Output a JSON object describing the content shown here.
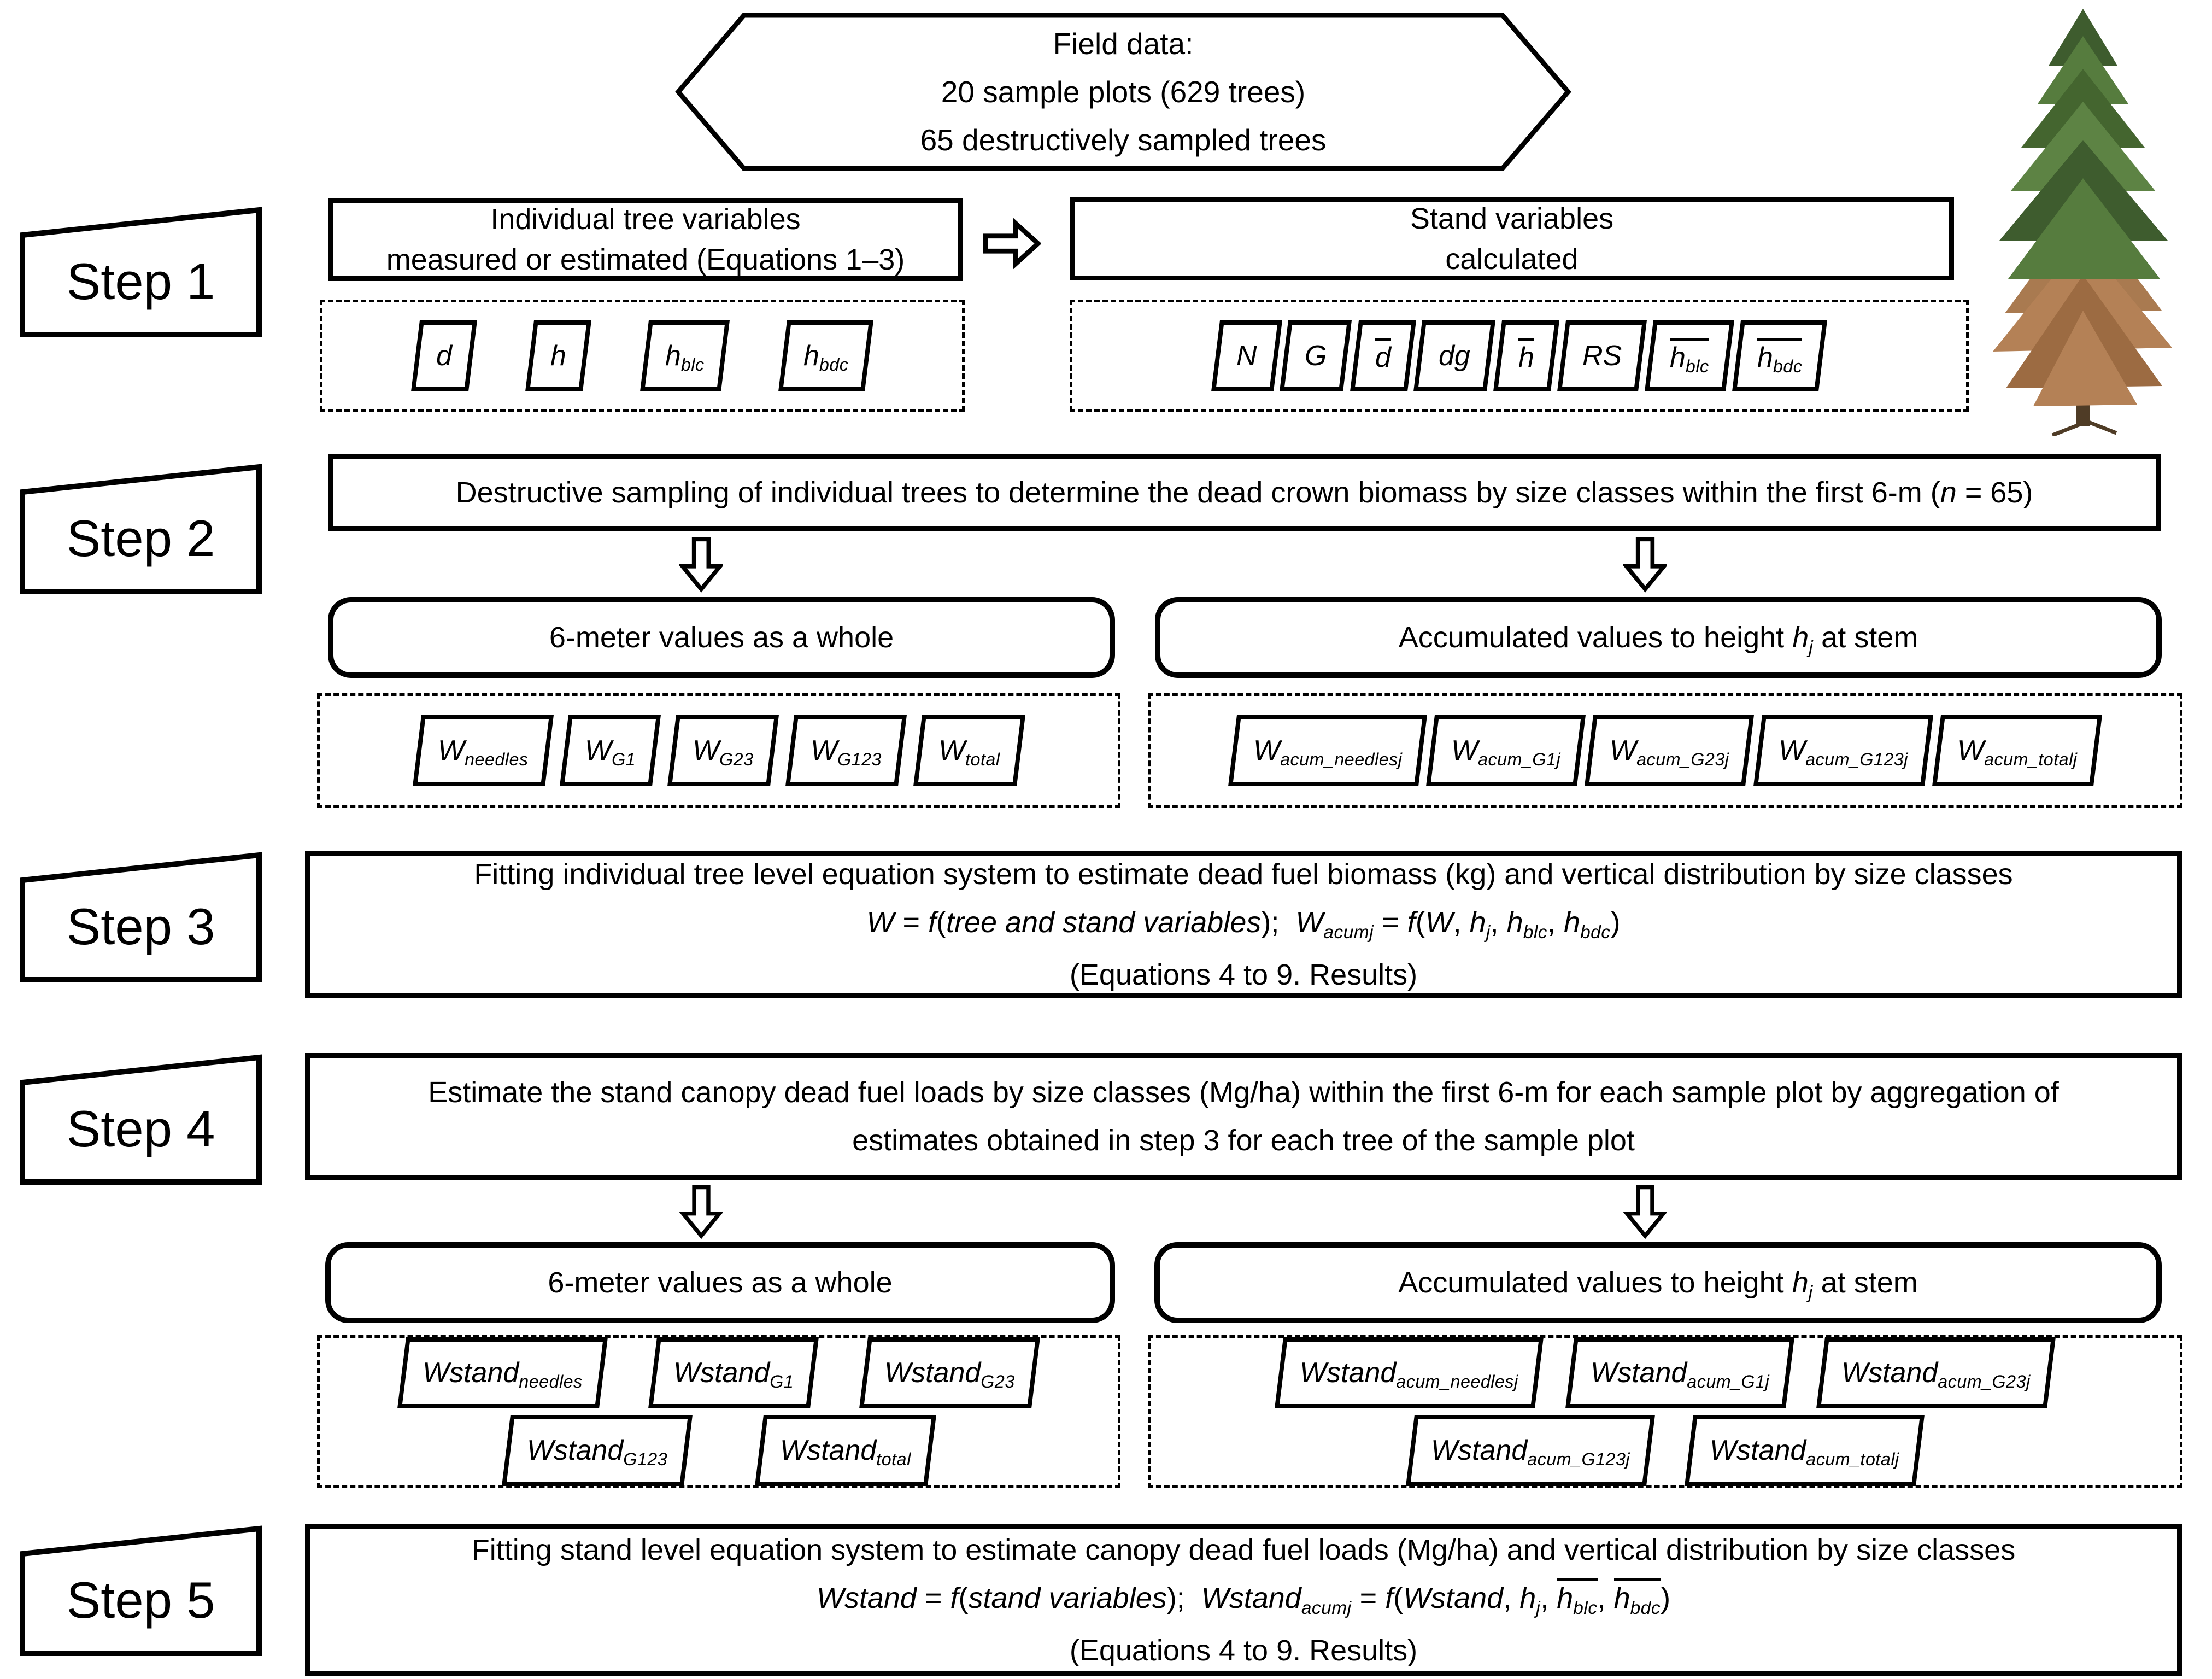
{
  "field_data": {
    "lines": [
      "Field data:",
      "20 sample plots (629 trees)",
      "65 destructively sampled trees"
    ]
  },
  "steps": {
    "s1": "Step 1",
    "s2": "Step 2",
    "s3": "Step 3",
    "s4": "Step 4",
    "s5": "Step 5"
  },
  "step1": {
    "tree_box": {
      "line1": "Individual tree variables",
      "line2": "measured or estimated (Equations 1–3)"
    },
    "stand_box": {
      "line1": "Stand variables",
      "line2": "calculated"
    },
    "tree_vars": [
      [
        {
          "t": "d"
        }
      ],
      [
        {
          "t": "h"
        }
      ],
      [
        {
          "t": "h",
          "s": "blc"
        }
      ],
      [
        {
          "t": "h",
          "s": "bdc"
        }
      ]
    ],
    "stand_vars": [
      [
        {
          "t": "N"
        }
      ],
      [
        {
          "t": "G"
        }
      ],
      [
        {
          "t": "d",
          "b": true
        }
      ],
      [
        {
          "t": "dg"
        }
      ],
      [
        {
          "t": "h",
          "b": true
        }
      ],
      [
        {
          "t": "RS"
        }
      ],
      [
        {
          "t": "h",
          "s": "blc",
          "b": true
        }
      ],
      [
        {
          "t": "h",
          "s": "bdc",
          "b": true
        }
      ]
    ]
  },
  "step2": {
    "banner": [
      {
        "t": "Destructive sampling of individual trees to determine the dead crown biomass by size classes within the first 6-m (",
        "r": true
      },
      {
        "t": "n"
      },
      {
        "t": " = 65)",
        "r": true
      }
    ],
    "left_title": "6-meter values as a whole",
    "right_title": [
      {
        "t": "Accumulated values to height ",
        "r": true
      },
      {
        "t": "h",
        "s": "j"
      },
      {
        "t": " at stem",
        "r": true
      }
    ],
    "left_vars": [
      [
        {
          "t": "W",
          "s": "needles"
        }
      ],
      [
        {
          "t": "W",
          "s": "G1"
        }
      ],
      [
        {
          "t": "W",
          "s": "G23"
        }
      ],
      [
        {
          "t": "W",
          "s": "G123"
        }
      ],
      [
        {
          "t": "W",
          "s": "total"
        }
      ]
    ],
    "right_vars": [
      [
        {
          "t": "W",
          "s": "acum_needlesj"
        }
      ],
      [
        {
          "t": "W",
          "s": "acum_G1j"
        }
      ],
      [
        {
          "t": "W",
          "s": "acum_G23j"
        }
      ],
      [
        {
          "t": "W",
          "s": "acum_G123j"
        }
      ],
      [
        {
          "t": "W",
          "s": "acum_totalj"
        }
      ]
    ]
  },
  "step3": {
    "line1": "Fitting individual tree level equation system to estimate dead fuel biomass (kg) and vertical distribution by size classes",
    "line2": [
      {
        "t": "W"
      },
      {
        "t": " = ",
        "r": true
      },
      {
        "t": "f"
      },
      {
        "t": "(",
        "r": true
      },
      {
        "t": "tree and stand variables"
      },
      {
        "t": ");  ",
        "r": true
      },
      {
        "t": "W",
        "s": "acumj"
      },
      {
        "t": " = ",
        "r": true
      },
      {
        "t": "f"
      },
      {
        "t": "(",
        "r": true
      },
      {
        "t": "W"
      },
      {
        "t": ", ",
        "r": true
      },
      {
        "t": "h",
        "s": "j"
      },
      {
        "t": ", ",
        "r": true
      },
      {
        "t": "h",
        "s": "blc"
      },
      {
        "t": ", ",
        "r": true
      },
      {
        "t": "h",
        "s": "bdc"
      },
      {
        "t": ")",
        "r": true
      }
    ],
    "line3": "(Equations 4 to 9. Results)"
  },
  "step4": {
    "banner_line1": "Estimate the stand canopy dead fuel loads by size classes (Mg/ha) within the first 6-m for each sample plot by aggregation of",
    "banner_line2": "estimates obtained in step 3 for each tree of the sample plot",
    "left_title": "6-meter values as a whole",
    "right_title": [
      {
        "t": "Accumulated values to height ",
        "r": true
      },
      {
        "t": "h",
        "s": "j"
      },
      {
        "t": " at stem",
        "r": true
      }
    ],
    "left_vars_row1": [
      [
        {
          "t": "Wstand",
          "s": "needles"
        }
      ],
      [
        {
          "t": "Wstand",
          "s": "G1"
        }
      ],
      [
        {
          "t": "Wstand",
          "s": "G23"
        }
      ]
    ],
    "left_vars_row2": [
      [
        {
          "t": "Wstand",
          "s": "G123"
        }
      ],
      [
        {
          "t": "Wstand",
          "s": "total"
        }
      ]
    ],
    "right_vars_row1": [
      [
        {
          "t": "Wstand",
          "s": "acum_needlesj"
        }
      ],
      [
        {
          "t": "Wstand",
          "s": "acum_G1j"
        }
      ],
      [
        {
          "t": "Wstand",
          "s": "acum_G23j"
        }
      ]
    ],
    "right_vars_row2": [
      [
        {
          "t": "Wstand",
          "s": "acum_G123j"
        }
      ],
      [
        {
          "t": "Wstand",
          "s": "acum_totalj"
        }
      ]
    ]
  },
  "step5": {
    "line1": "Fitting stand level equation system to estimate canopy dead fuel loads (Mg/ha) and vertical distribution by size classes",
    "line2": [
      {
        "t": "Wstand"
      },
      {
        "t": " = ",
        "r": true
      },
      {
        "t": "f"
      },
      {
        "t": "(",
        "r": true
      },
      {
        "t": "stand variables"
      },
      {
        "t": ");  ",
        "r": true
      },
      {
        "t": "Wstand",
        "s": "acumj"
      },
      {
        "t": " = ",
        "r": true
      },
      {
        "t": "f"
      },
      {
        "t": "(",
        "r": true
      },
      {
        "t": "Wstand"
      },
      {
        "t": ", ",
        "r": true
      },
      {
        "t": "h",
        "s": "j"
      },
      {
        "t": ", ",
        "r": true
      },
      {
        "t": "h",
        "s": "blc",
        "b": true
      },
      {
        "t": ", ",
        "r": true
      },
      {
        "t": "h",
        "s": "bdc",
        "b": true
      },
      {
        "t": ")",
        "r": true
      }
    ],
    "line3": "(Equations 4 to 9. Results)"
  },
  "colors": {
    "ink": "#000000",
    "paper": "#ffffff",
    "tree_green_dark": "#3e5c2e",
    "tree_green": "#567c3e",
    "tree_green_light": "#5d8344",
    "tree_brown": "#b48156",
    "tree_brown_dark": "#9c6b42",
    "trunk": "#4f3c26"
  }
}
